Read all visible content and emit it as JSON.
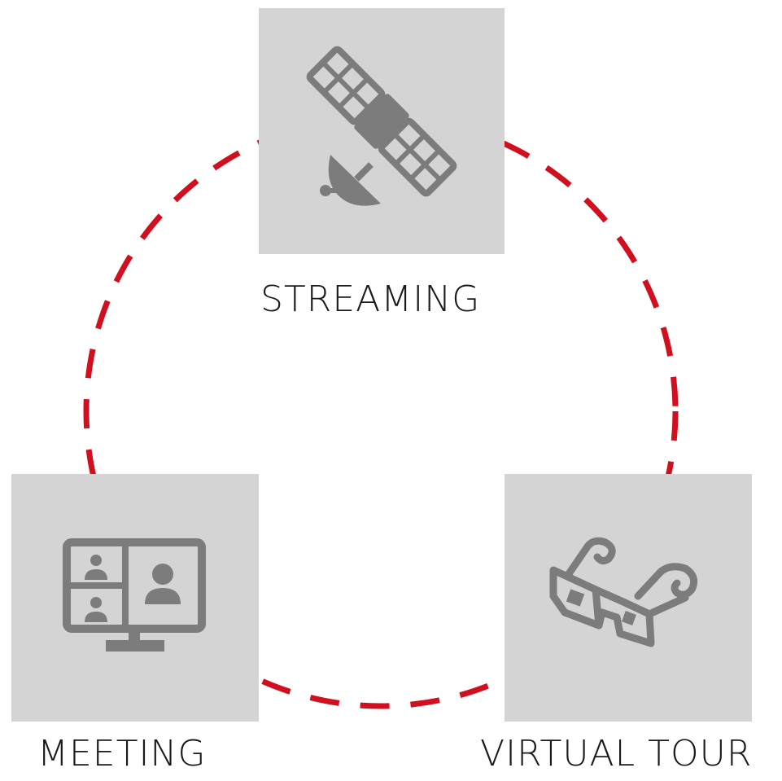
{
  "diagram": {
    "ring_color": "#d0101e",
    "tile_color": "#d4d4d4",
    "icon_color": "#7c7c7c",
    "nodes": [
      {
        "label": "STREAMING",
        "icon": "satellite-icon"
      },
      {
        "label": "MEETING",
        "icon": "video-conference-monitor-icon"
      },
      {
        "label": "VIRTUAL TOUR",
        "icon": "3d-glasses-icon"
      }
    ]
  }
}
